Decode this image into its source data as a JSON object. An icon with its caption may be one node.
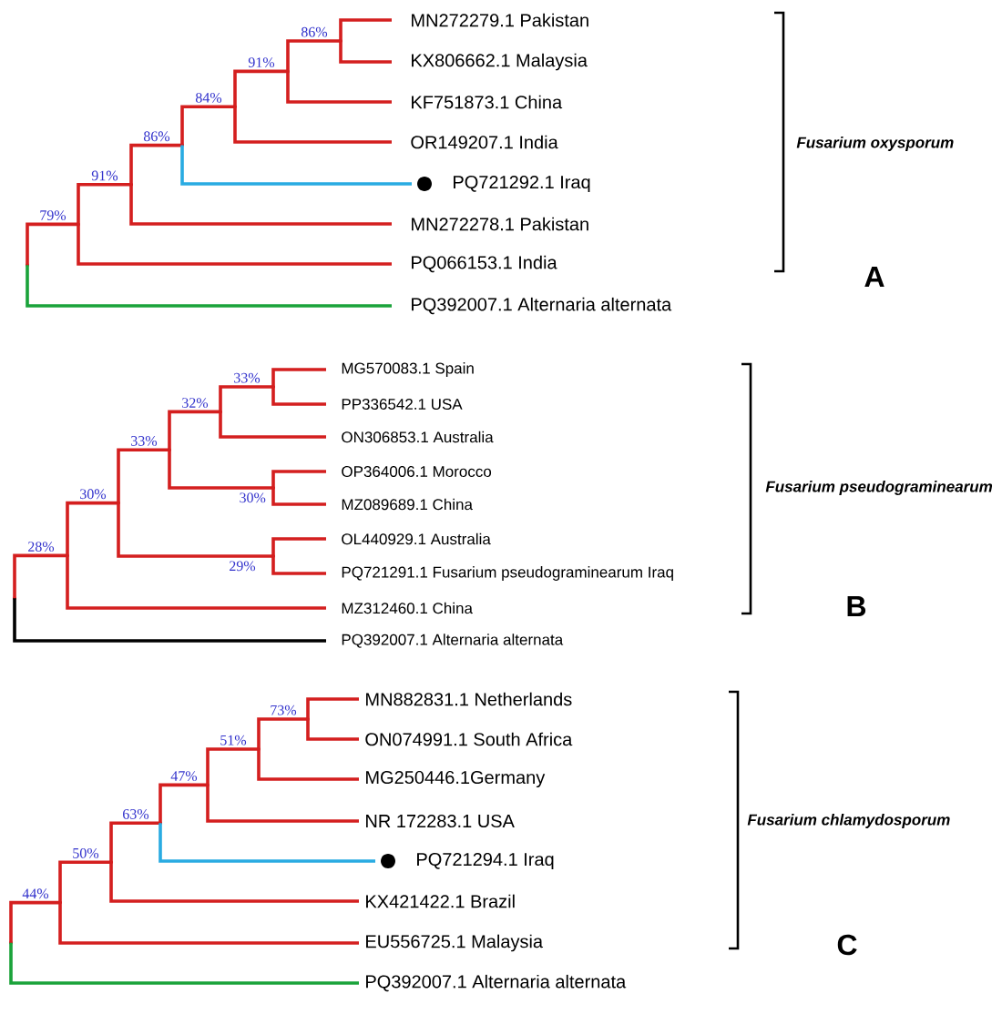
{
  "diagram": {
    "nodes": [
      {
        "text": [
          "MN272279.1 Pakistan"
        ]
      },
      {
        "text": [
          "KX806662.1 Malaysia"
        ]
      },
      {
        "text": [
          "KF751873.1 China"
        ]
      },
      {
        "text": [
          "OR149207.1 India"
        ]
      },
      {
        "text": [
          "PQ721292.1 Iraq"
        ]
      },
      {
        "text": [
          "MN272278.1 Pakistan"
        ]
      },
      {
        "text": [
          "PQ066153.1 India"
        ]
      },
      {
        "text": [
          "PQ392007.1 Alternaria alternata"
        ]
      },
      {
        "text": [],
        "shape": "point"
      },
      {
        "text": [],
        "shape": "point"
      },
      {
        "text": [],
        "shape": "point"
      },
      {
        "text": [],
        "shape": "point"
      },
      {
        "text": [],
        "shape": "point"
      },
      {
        "text": [],
        "shape": "point"
      },
      {
        "text": [],
        "shape": "point"
      },
      {
        "text": [
          "MG570083.1 Spain"
        ]
      },
      {
        "text": [
          "PP336542.1 USA"
        ]
      },
      {
        "text": [
          "ON306853.1 Australia"
        ]
      },
      {
        "text": [
          "OP364006.1 Morocco"
        ]
      },
      {
        "text": [
          "MZ089689.1 China"
        ]
      },
      {
        "text": [
          "OL440929.1 Australia"
        ]
      },
      {
        "text": [
          "PQ721291.1 Fusarium pseudograminearum Iraq"
        ]
      },
      {
        "text": [
          "MZ312460.1 China"
        ]
      },
      {
        "text": [
          "PQ392007.1 Alternaria alternata"
        ]
      },
      {
        "text": [],
        "shape": "point"
      },
      {
        "text": [],
        "shape": "point"
      },
      {
        "text": [],
        "shape": "point"
      },
      {
        "text": [],
        "shape": "point"
      },
      {
        "text": [],
        "shape": "point"
      },
      {
        "text": [],
        "shape": "point"
      },
      {
        "text": [],
        "shape": "point"
      },
      {
        "text": [],
        "shape": "point"
      },
      {
        "text": [
          "MN882831.1 Netherlands"
        ]
      },
      {
        "text": [
          "ON074991.1 South Africa"
        ]
      },
      {
        "text": [
          "MG250446.1Germany"
        ]
      },
      {
        "text": [
          "NR 172283.1 USA"
        ]
      },
      {
        "text": [
          "PQ721294.1 Iraq"
        ]
      },
      {
        "text": [
          "KX421422.1 Brazil"
        ]
      },
      {
        "text": [
          "EU556725.1 Malaysia"
        ]
      },
      {
        "text": [
          "PQ392007.1 Alternaria alternata"
        ]
      },
      {
        "text": [],
        "shape": "point"
      },
      {
        "text": [],
        "shape": "point"
      },
      {
        "text": [],
        "shape": "point"
      },
      {
        "text": [],
        "shape": "point"
      },
      {
        "text": [],
        "shape": "point"
      },
      {
        "text": [],
        "shape": "point"
      },
      {
        "text": [],
        "shape": "point"
      }
    ],
    "edges": [
      {
        "from": 8,
        "to": 9,
        "arrow": "none",
        "label": "79%"
      },
      {
        "from": 8,
        "to": 7,
        "arrow": "none",
        "color": "#1aa33a"
      },
      {
        "from": 9,
        "to": 10,
        "arrow": "none",
        "label": "91%"
      },
      {
        "from": 9,
        "to": 6,
        "arrow": "none"
      },
      {
        "from": 10,
        "to": 11,
        "arrow": "none",
        "label": "86%"
      },
      {
        "from": 10,
        "to": 5,
        "arrow": "none"
      },
      {
        "from": 11,
        "to": 12,
        "arrow": "none",
        "label": "84%"
      },
      {
        "from": 11,
        "to": 4,
        "arrow": "none",
        "color": "#29abe2"
      },
      {
        "from": 12,
        "to": 13,
        "arrow": "none",
        "label": "91%"
      },
      {
        "from": 12,
        "to": 3,
        "arrow": "none"
      },
      {
        "from": 13,
        "to": 14,
        "arrow": "none",
        "label": "86%"
      },
      {
        "from": 13,
        "to": 2,
        "arrow": "none"
      },
      {
        "from": 14,
        "to": 0,
        "arrow": "none"
      },
      {
        "from": 14,
        "to": 1,
        "arrow": "none"
      },
      {
        "from": 24,
        "to": 25,
        "arrow": "none",
        "label": "28%"
      },
      {
        "from": 24,
        "to": 23,
        "arrow": "none",
        "color": "#000000"
      },
      {
        "from": 25,
        "to": 26,
        "arrow": "none",
        "label": "30%"
      },
      {
        "from": 25,
        "to": 22,
        "arrow": "none"
      },
      {
        "from": 26,
        "to": 27,
        "arrow": "none",
        "label": "33%"
      },
      {
        "from": 26,
        "to": 31,
        "arrow": "none",
        "label": "29%"
      },
      {
        "from": 27,
        "to": 28,
        "arrow": "none",
        "label": "32%"
      },
      {
        "from": 27,
        "to": 30,
        "arrow": "none",
        "label": "30%"
      },
      {
        "from": 28,
        "to": 29,
        "arrow": "none",
        "label": "33%"
      },
      {
        "from": 28,
        "to": 17,
        "arrow": "none"
      },
      {
        "from": 29,
        "to": 15,
        "arrow": "none"
      },
      {
        "from": 29,
        "to": 16,
        "arrow": "none"
      },
      {
        "from": 30,
        "to": 18,
        "arrow": "none"
      },
      {
        "from": 30,
        "to": 19,
        "arrow": "none"
      },
      {
        "from": 31,
        "to": 20,
        "arrow": "none"
      },
      {
        "from": 31,
        "to": 21,
        "arrow": "none"
      },
      {
        "from": 40,
        "to": 41,
        "arrow": "none",
        "label": "44%"
      },
      {
        "from": 40,
        "to": 39,
        "arrow": "none",
        "color": "#1aa33a"
      },
      {
        "from": 41,
        "to": 42,
        "arrow": "none",
        "label": "50%"
      },
      {
        "from": 41,
        "to": 38,
        "arrow": "none"
      },
      {
        "from": 42,
        "to": 43,
        "arrow": "none",
        "label": "63%"
      },
      {
        "from": 42,
        "to": 37,
        "arrow": "none"
      },
      {
        "from": 43,
        "to": 44,
        "arrow": "none",
        "label": "47%"
      },
      {
        "from": 43,
        "to": 36,
        "arrow": "none",
        "color": "#29abe2"
      },
      {
        "from": 44,
        "to": 45,
        "arrow": "none",
        "label": "51%"
      },
      {
        "from": 44,
        "to": 35,
        "arrow": "none"
      },
      {
        "from": 45,
        "to": 46,
        "arrow": "none",
        "label": "73%"
      },
      {
        "from": 45,
        "to": 34,
        "arrow": "none"
      },
      {
        "from": 46,
        "to": 32,
        "arrow": "none"
      },
      {
        "from": 46,
        "to": 33,
        "arrow": "none"
      }
    ],
    "labels": [
      "Fusarium oxysporum",
      "A",
      "Fusarium pseudograminearum",
      "B",
      "Fusarium chlamydosporum",
      "C"
    ]
  }
}
